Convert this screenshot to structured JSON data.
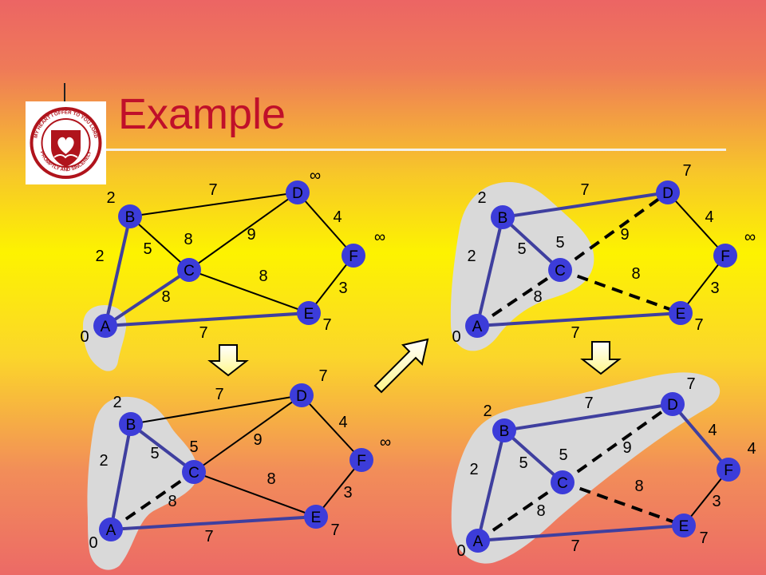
{
  "slide": {
    "title": "Example",
    "logo_text_top": "MY HEART I OFFER TO YOU LORD",
    "logo_text_bottom": "PROMPTLY AND SINCERELY"
  },
  "colors": {
    "node_fill": "#3c3cd9",
    "tree_edge": "#3f3f9f",
    "dashed_edge": "#000000",
    "cloud": "#d9d9d9",
    "title": "#c0102a"
  },
  "panels": [
    {
      "id": "p1",
      "nodes": [
        {
          "id": "A",
          "show_label": true,
          "text_color": "#3c3cd9",
          "dist": "0"
        },
        {
          "id": "B",
          "show_label": true,
          "text_color": "#000000",
          "dist": "2"
        },
        {
          "id": "C",
          "show_label": true,
          "text_color": "#000000",
          "dist": "8"
        },
        {
          "id": "D",
          "show_label": true,
          "text_color": "#000000",
          "dist": "∞"
        },
        {
          "id": "E",
          "show_label": true,
          "text_color": "#000000",
          "dist": "7"
        },
        {
          "id": "F",
          "show_label": true,
          "text_color": "#000000",
          "dist": "∞"
        }
      ],
      "edges": [
        {
          "from": "A",
          "to": "B",
          "weight": "2",
          "style": "tree"
        },
        {
          "from": "A",
          "to": "C",
          "weight": "8",
          "style": "tree"
        },
        {
          "from": "A",
          "to": "E",
          "weight": "7",
          "style": "tree"
        },
        {
          "from": "B",
          "to": "D",
          "weight": "7",
          "style": "normal"
        },
        {
          "from": "B",
          "to": "C",
          "weight": "5",
          "style": "normal"
        },
        {
          "from": "C",
          "to": "D",
          "weight": "9",
          "style": "normal"
        },
        {
          "from": "C",
          "to": "E",
          "weight": "8",
          "style": "normal"
        },
        {
          "from": "D",
          "to": "F",
          "weight": "4",
          "style": "normal"
        },
        {
          "from": "E",
          "to": "F",
          "weight": "3",
          "style": "normal"
        }
      ]
    },
    {
      "id": "p2",
      "nodes": [
        {
          "id": "A",
          "show_label": true,
          "text_color": "#3c3cd9",
          "dist": "0"
        },
        {
          "id": "B",
          "show_label": true,
          "text_color": "#3c3cd9",
          "dist": "2"
        },
        {
          "id": "C",
          "show_label": true,
          "text_color": "#3c3cd9",
          "dist": "5"
        },
        {
          "id": "D",
          "show_label": true,
          "text_color": "#000000",
          "dist": "7"
        },
        {
          "id": "E",
          "show_label": true,
          "text_color": "#000000",
          "dist": "7"
        },
        {
          "id": "F",
          "show_label": true,
          "text_color": "#000000",
          "dist": "∞"
        }
      ],
      "edges": [
        {
          "from": "A",
          "to": "B",
          "weight": "2",
          "style": "tree"
        },
        {
          "from": "A",
          "to": "C",
          "weight": "8",
          "style": "dashed"
        },
        {
          "from": "A",
          "to": "E",
          "weight": "7",
          "style": "tree"
        },
        {
          "from": "B",
          "to": "D",
          "weight": "7",
          "style": "tree"
        },
        {
          "from": "B",
          "to": "C",
          "weight": "5",
          "style": "tree"
        },
        {
          "from": "C",
          "to": "D",
          "weight": "9",
          "style": "dashed"
        },
        {
          "from": "C",
          "to": "E",
          "weight": "8",
          "style": "dashed"
        },
        {
          "from": "D",
          "to": "F",
          "weight": "4",
          "style": "normal"
        },
        {
          "from": "E",
          "to": "F",
          "weight": "3",
          "style": "normal"
        }
      ]
    },
    {
      "id": "p3",
      "nodes": [
        {
          "id": "A",
          "show_label": true,
          "text_color": "#000000",
          "dist": "0"
        },
        {
          "id": "B",
          "show_label": true,
          "text_color": "#3c3cd9",
          "dist": "2"
        },
        {
          "id": "C",
          "show_label": true,
          "text_color": "#000000",
          "dist": "5"
        },
        {
          "id": "D",
          "show_label": true,
          "text_color": "#000000",
          "dist": "7"
        },
        {
          "id": "E",
          "show_label": true,
          "text_color": "#000000",
          "dist": "7"
        },
        {
          "id": "F",
          "show_label": true,
          "text_color": "#000000",
          "dist": "∞"
        }
      ],
      "edges": [
        {
          "from": "A",
          "to": "B",
          "weight": "2",
          "style": "tree"
        },
        {
          "from": "A",
          "to": "C",
          "weight": "8",
          "style": "dashed"
        },
        {
          "from": "A",
          "to": "E",
          "weight": "7",
          "style": "tree"
        },
        {
          "from": "B",
          "to": "D",
          "weight": "7",
          "style": "normal"
        },
        {
          "from": "B",
          "to": "C",
          "weight": "5",
          "style": "tree"
        },
        {
          "from": "C",
          "to": "D",
          "weight": "9",
          "style": "normal"
        },
        {
          "from": "C",
          "to": "E",
          "weight": "8",
          "style": "normal"
        },
        {
          "from": "D",
          "to": "F",
          "weight": "4",
          "style": "normal"
        },
        {
          "from": "E",
          "to": "F",
          "weight": "3",
          "style": "normal"
        }
      ]
    },
    {
      "id": "p4",
      "nodes": [
        {
          "id": "A",
          "show_label": true,
          "text_color": "#3c3cd9",
          "dist": "0"
        },
        {
          "id": "B",
          "show_label": true,
          "text_color": "#3c3cd9",
          "dist": "2"
        },
        {
          "id": "C",
          "show_label": true,
          "text_color": "#3c3cd9",
          "dist": "5"
        },
        {
          "id": "D",
          "show_label": true,
          "text_color": "#3c3cd9",
          "dist": "7"
        },
        {
          "id": "E",
          "show_label": true,
          "text_color": "#000000",
          "dist": "7"
        },
        {
          "id": "F",
          "show_label": true,
          "text_color": "#000000",
          "dist": "4"
        }
      ],
      "edges": [
        {
          "from": "A",
          "to": "B",
          "weight": "2",
          "style": "tree"
        },
        {
          "from": "A",
          "to": "C",
          "weight": "8",
          "style": "dashed"
        },
        {
          "from": "A",
          "to": "E",
          "weight": "7",
          "style": "tree"
        },
        {
          "from": "B",
          "to": "D",
          "weight": "7",
          "style": "tree"
        },
        {
          "from": "B",
          "to": "C",
          "weight": "5",
          "style": "tree"
        },
        {
          "from": "C",
          "to": "D",
          "weight": "9",
          "style": "dashed"
        },
        {
          "from": "C",
          "to": "E",
          "weight": "8",
          "style": "dashed"
        },
        {
          "from": "D",
          "to": "F",
          "weight": "4",
          "style": "tree"
        },
        {
          "from": "E",
          "to": "F",
          "weight": "3",
          "style": "normal"
        }
      ]
    }
  ]
}
